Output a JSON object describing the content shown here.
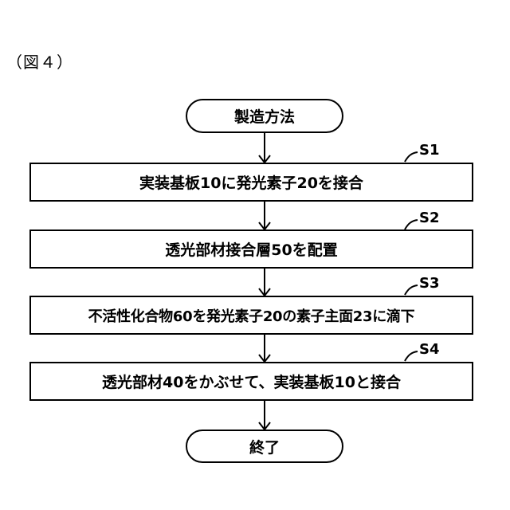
{
  "figure_label": "（図４）",
  "start": "製造方法",
  "end": "終了",
  "steps": [
    {
      "id": "S1",
      "text": "実装基板10に発光素子20を接合"
    },
    {
      "id": "S2",
      "text": "透光部材接合層50を配置"
    },
    {
      "id": "S3",
      "text": "不活性化合物60を発光素子20の素子主面23に滴下"
    },
    {
      "id": "S4",
      "text": "透光部材40をかぶせて、実装基板10と接合"
    }
  ]
}
